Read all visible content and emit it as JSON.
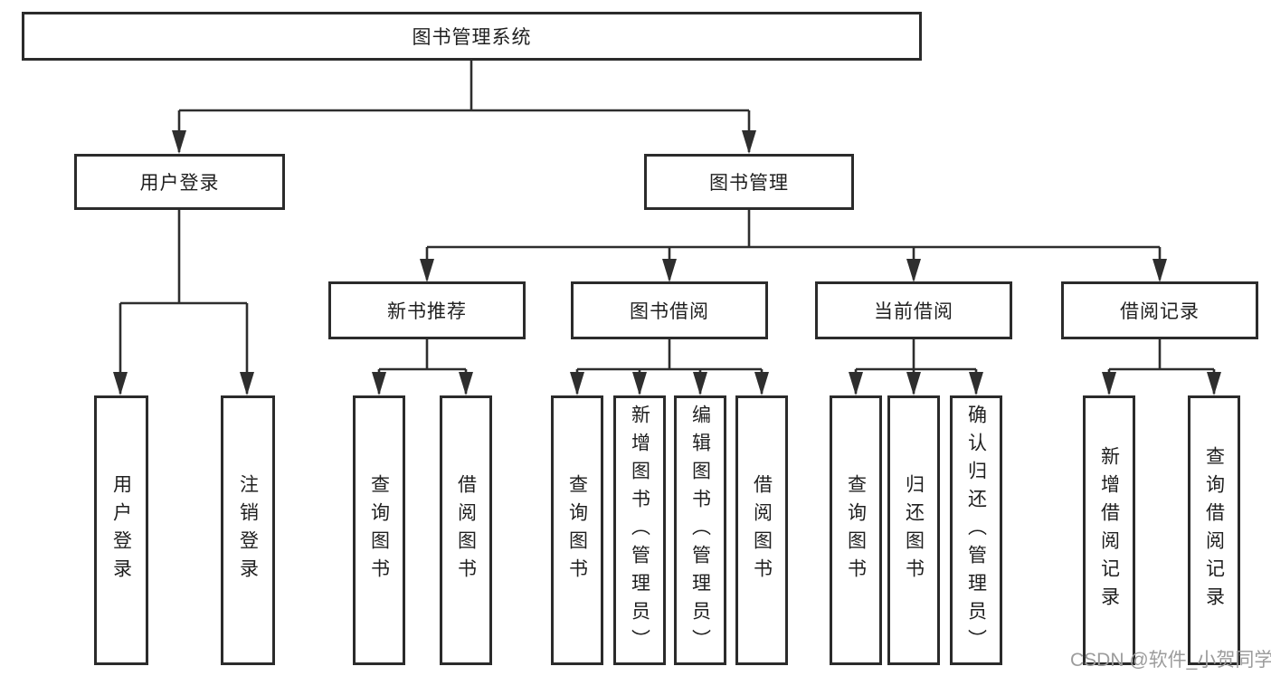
{
  "diagram": {
    "root": {
      "label": "图书管理系统"
    },
    "branches": {
      "user_login": {
        "label": "用户登录",
        "children": {
          "login": {
            "label": "用户登录"
          },
          "logout": {
            "label": "注销登录"
          }
        }
      },
      "book_mgmt": {
        "label": "图书管理",
        "children": {
          "new_book_rec": {
            "label": "新书推荐",
            "children": {
              "query_book": {
                "label": "查询图书"
              },
              "borrow_book": {
                "label": "借阅图书"
              }
            }
          },
          "book_borrow": {
            "label": "图书借阅",
            "children": {
              "query_book": {
                "label": "查询图书"
              },
              "add_book": {
                "label": "新增图书（管理员）"
              },
              "edit_book": {
                "label": "编辑图书（管理员）"
              },
              "borrow_book": {
                "label": "借阅图书"
              }
            }
          },
          "current_borrow": {
            "label": "当前借阅",
            "children": {
              "query_book": {
                "label": "查询图书"
              },
              "return_book": {
                "label": "归还图书"
              },
              "confirm_return": {
                "label": "确认归还（管理员）"
              }
            }
          },
          "borrow_record": {
            "label": "借阅记录",
            "children": {
              "add_record": {
                "label": "新增借阅记录"
              },
              "query_record": {
                "label": "查询借阅记录"
              }
            }
          }
        }
      }
    }
  },
  "watermark": {
    "text": "CSDN @软件_小贺同学"
  },
  "colors": {
    "line": "#2e2e2e",
    "box_border": "#2b2b2b",
    "text": "#1f1f1f",
    "watermark": "#9c9c9c",
    "background": "#ffffff"
  }
}
